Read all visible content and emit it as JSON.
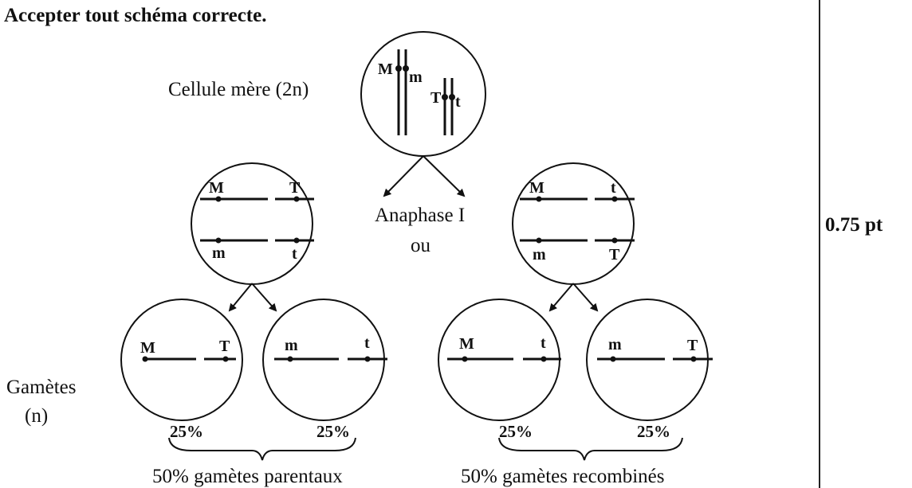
{
  "header": {
    "instruction": "Accepter tout schéma correcte."
  },
  "mother_cell": {
    "label": "Cellule mère (2n)",
    "alleles": [
      "M",
      "m",
      "T",
      "t"
    ]
  },
  "phase": {
    "label": "Anaphase I",
    "connector": "ou"
  },
  "anaphase_left": {
    "top": [
      "M",
      "T"
    ],
    "bottom": [
      "m",
      "t"
    ]
  },
  "anaphase_right": {
    "top": [
      "M",
      "t"
    ],
    "bottom": [
      "m",
      "T"
    ]
  },
  "gametes": {
    "label_line1": "Gamètes",
    "label_line2": "(n)",
    "cells": [
      {
        "left": "M",
        "right": "T",
        "percent": "25%"
      },
      {
        "left": "m",
        "right": "t",
        "percent": "25%"
      },
      {
        "left": "M",
        "right": "t",
        "percent": "25%"
      },
      {
        "left": "m",
        "right": "T",
        "percent": "25%"
      }
    ]
  },
  "groups": {
    "parental": "50% gamètes parentaux",
    "recombinant": "50% gamètes recombinés"
  },
  "score": "0.75 pt"
}
